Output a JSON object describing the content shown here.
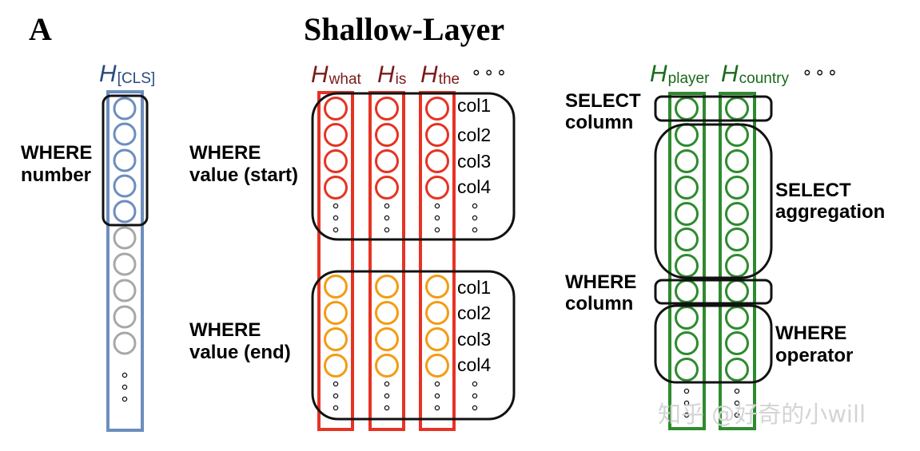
{
  "panel_letter": "A",
  "title": "Shallow-Layer",
  "colors": {
    "blue": "#6c8ebf",
    "red": "#e63323",
    "orange": "#f39c12",
    "green": "#2e8b2e",
    "gray": "#a8a8a8",
    "dark_red": "#7a1a1a",
    "dark_blue": "#2a4b7c",
    "dark_green": "#1a6b1a",
    "black": "#111111"
  },
  "left": {
    "header": {
      "base": "H",
      "sub": "[CLS]"
    },
    "labels": [
      "WHERE",
      "number"
    ]
  },
  "middle": {
    "headers": [
      {
        "base": "H",
        "sub": "what"
      },
      {
        "base": "H",
        "sub": "is"
      },
      {
        "base": "H",
        "sub": "the"
      }
    ],
    "header_ellipsis": "∘∘∘",
    "top_group": {
      "labels": [
        "WHERE",
        "value (start)"
      ],
      "cols": [
        "col1",
        "col2",
        "col3",
        "col4"
      ]
    },
    "bottom_group": {
      "labels": [
        "WHERE",
        "value (end)"
      ],
      "cols": [
        "col1",
        "col2",
        "col3",
        "col4"
      ]
    }
  },
  "right": {
    "headers": [
      {
        "base": "H",
        "sub": "player"
      },
      {
        "base": "H",
        "sub": "country"
      }
    ],
    "header_ellipsis": "∘∘∘",
    "groups": [
      {
        "labels": [
          "SELECT",
          "column"
        ]
      },
      {
        "labels": [
          "SELECT",
          "aggregation"
        ]
      },
      {
        "labels": [
          "WHERE",
          "column"
        ]
      },
      {
        "labels": [
          "WHERE",
          "operator"
        ]
      }
    ]
  },
  "watermark": "知乎 @好奇的小will"
}
